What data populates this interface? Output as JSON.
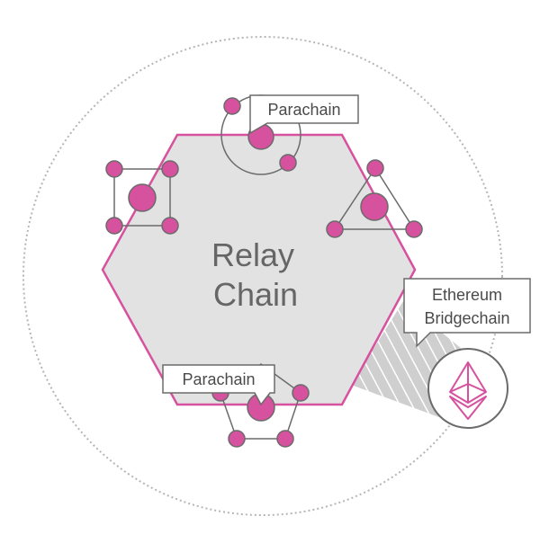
{
  "relay_chain": {
    "line1": "Relay",
    "line2": "Chain"
  },
  "parachain_top": {
    "label": "Parachain"
  },
  "parachain_bottom": {
    "label": "Parachain"
  },
  "bridge": {
    "line1": "Ethereum",
    "line2": "Bridgechain",
    "icon": "ethereum-icon"
  },
  "colors": {
    "accent": "#d6519e",
    "hexagon_fill": "#e2e2e2",
    "node_stroke": "#6b6b6b",
    "outer_ring": "#b5b5b5",
    "text": "#4a4a4a"
  }
}
